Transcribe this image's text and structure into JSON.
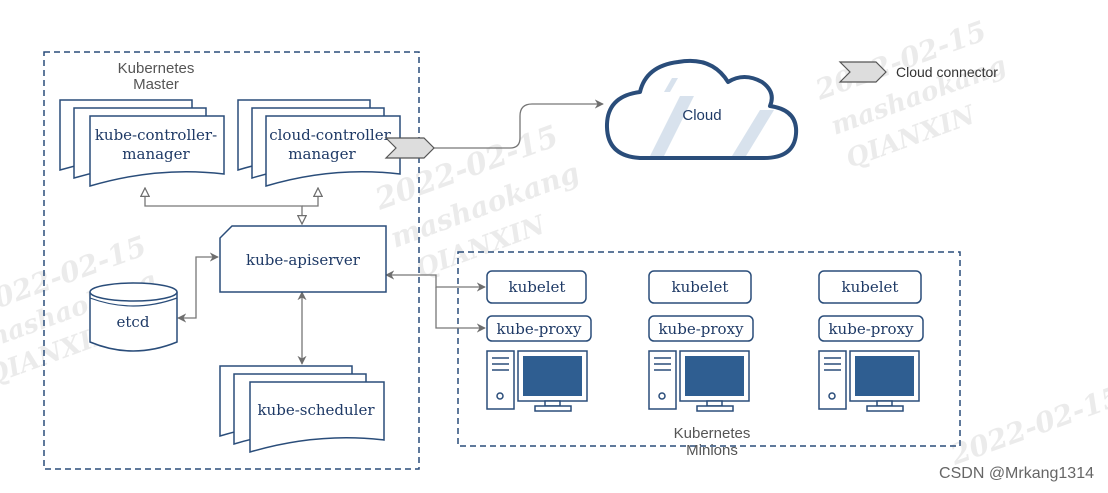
{
  "master": {
    "title_line1": "Kubernetes",
    "title_line2": "Master",
    "kube_controller_manager_line1": "kube-controller-",
    "kube_controller_manager_line2": "manager",
    "cloud_controller_manager_line1": "cloud-controller",
    "cloud_controller_manager_line2": "manager",
    "kube_apiserver": "kube-apiserver",
    "etcd": "etcd",
    "kube_scheduler": "kube-scheduler"
  },
  "cloud": {
    "label": "Cloud"
  },
  "legend": {
    "cloud_connector": "Cloud connector"
  },
  "minions": {
    "title_line1": "Kubernetes",
    "title_line2": "Minions",
    "nodes": [
      {
        "kubelet": "kubelet",
        "kube_proxy": "kube-proxy"
      },
      {
        "kubelet": "kubelet",
        "kube_proxy": "kube-proxy"
      },
      {
        "kubelet": "kubelet",
        "kube_proxy": "kube-proxy"
      }
    ]
  },
  "watermark": {
    "date": "2022-02-15",
    "name": "mashaokang",
    "org": "QIANXIN"
  },
  "credit": "CSDN @Mrkang1314",
  "colors": {
    "primary": "#2a4d7a",
    "monitor_screen": "#2f5e91",
    "line_gray": "#777777"
  }
}
